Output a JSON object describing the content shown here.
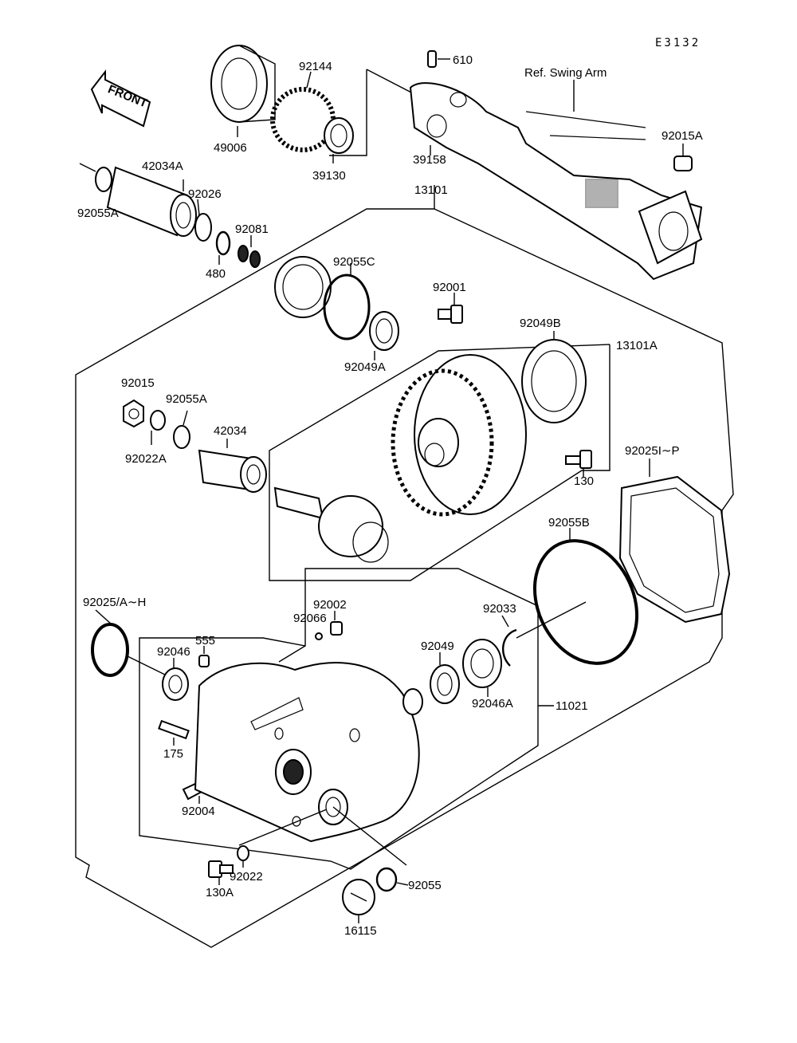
{
  "diagram_code": "E3132",
  "front_label": "FRONT",
  "ref_label": "Ref. Swing Arm",
  "labels": {
    "p610": "610",
    "p92144": "92144",
    "p49006": "49006",
    "p39130": "39130",
    "p39158": "39158",
    "p92015A": "92015A",
    "p42034A": "42034A",
    "p92026": "92026",
    "p92055A_top": "92055A",
    "p92081": "92081",
    "p480": "480",
    "p13101": "13101",
    "p92055C": "92055C",
    "p92001": "92001",
    "p92049B": "92049B",
    "p13101A": "13101A",
    "p92049A": "92049A",
    "p92015": "92015",
    "p92055A_mid": "92055A",
    "p92022A": "92022A",
    "p42034": "42034",
    "p130": "130",
    "p92025IP": "92025I∼P",
    "p92055B": "92055B",
    "p92025AH": "92025/A∼H",
    "p92002": "92002",
    "p92066": "92066",
    "p555": "555",
    "p92046": "92046",
    "p92033": "92033",
    "p92049": "92049",
    "p92046A": "92046A",
    "p11021": "11021",
    "p175": "175",
    "p92004": "92004",
    "p92022": "92022",
    "p130A": "130A",
    "p92055": "92055",
    "p16115": "16115"
  }
}
